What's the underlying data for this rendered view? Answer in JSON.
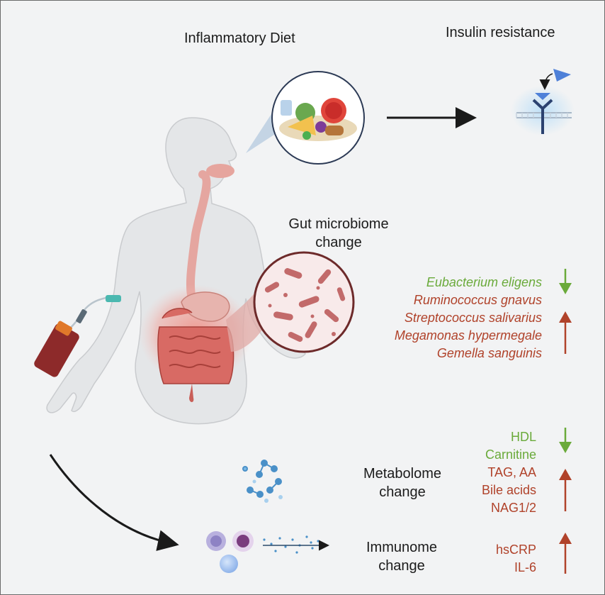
{
  "titles": {
    "diet": "Inflammatory Diet",
    "insulin": "Insulin resistance",
    "gut": [
      "Gut microbiome",
      "change"
    ],
    "metabolome": [
      "Metabolome",
      "change"
    ],
    "immunome": [
      "Immunome",
      "change"
    ]
  },
  "species": [
    {
      "name": "Eubacterium eligens",
      "trend": "down"
    },
    {
      "name": "Ruminococcus gnavus",
      "trend": "up"
    },
    {
      "name": "Streptococcus salivarius",
      "trend": "up"
    },
    {
      "name": "Megamonas hypermegale",
      "trend": "up"
    },
    {
      "name": "Gemella sanguinis",
      "trend": "up"
    }
  ],
  "metabolites": [
    {
      "name": "HDL",
      "trend": "down"
    },
    {
      "name": "Carnitine",
      "trend": "down"
    },
    {
      "name": "TAG, AA",
      "trend": "up"
    },
    {
      "name": "Bile acids",
      "trend": "up"
    },
    {
      "name": "NAG1/2",
      "trend": "up"
    }
  ],
  "immune_markers": [
    {
      "name": "hsCRP",
      "trend": "up"
    },
    {
      "name": "IL-6",
      "trend": "up"
    }
  ],
  "colors": {
    "decrease": "#6aaa3a",
    "increase": "#b0422a",
    "body": "#e4e6e8",
    "gut": "#d86a64",
    "background": "#f2f3f4"
  },
  "icons": [
    "food-plate-icon",
    "insulin-receptor-icon",
    "bacteria-magnifier-icon",
    "blood-tube-icon",
    "metabolite-molecules-icon",
    "immune-cells-icon"
  ]
}
